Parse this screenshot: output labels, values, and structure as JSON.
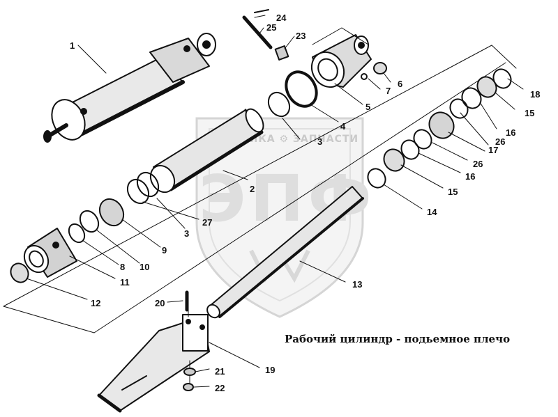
{
  "title": "Рабочий цилиндр - подьемное плечо",
  "watermark": {
    "logo": "ЭПФ",
    "slogan": "ТЕХНИКА ⚙ ЗАПЧАСТИ"
  },
  "callouts": [
    "1",
    "2",
    "3",
    "3",
    "4",
    "5",
    "6",
    "7",
    "8",
    "9",
    "10",
    "11",
    "12",
    "13",
    "14",
    "15",
    "15",
    "16",
    "16",
    "17",
    "18",
    "19",
    "20",
    "21",
    "22",
    "23",
    "24",
    "25",
    "26",
    "26",
    "27"
  ],
  "colors": {
    "ink": "#111111",
    "watermark": "#dcdcdc",
    "background": "#ffffff"
  }
}
